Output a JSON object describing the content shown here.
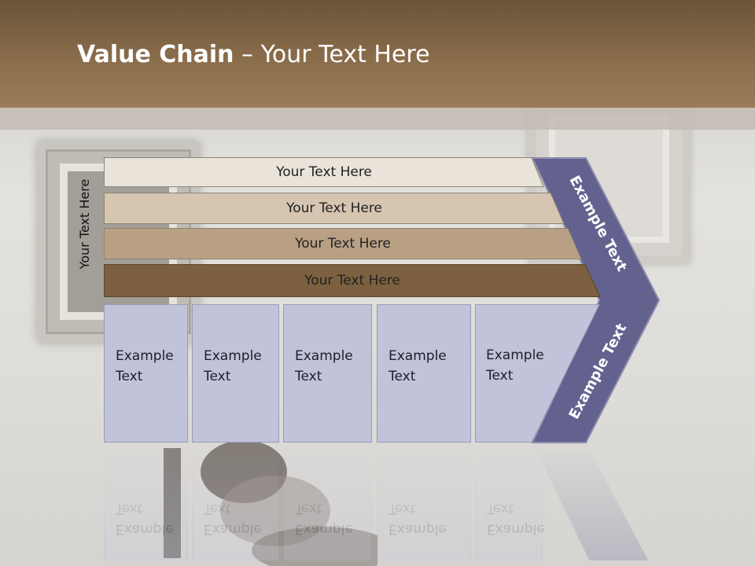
{
  "title": {
    "bold": "Value Chain",
    "rest": " – Your Text Here"
  },
  "side_label": "Your Text Here",
  "rows": [
    {
      "label": "Your Text Here",
      "color": "#e9e3da"
    },
    {
      "label": "Your Text Here",
      "color": "#d6c5b1"
    },
    {
      "label": "Your Text Here",
      "color": "#b9a084"
    },
    {
      "label": "Your Text Here",
      "color": "#7c603f"
    }
  ],
  "boxes": [
    {
      "line1": "Example",
      "line2": "Text"
    },
    {
      "line1": "Example",
      "line2": "Text"
    },
    {
      "line1": "Example",
      "line2": "Text"
    },
    {
      "line1": "Example",
      "line2": "Text"
    },
    {
      "line1": "Example",
      "line2": "Text"
    }
  ],
  "chevron": {
    "upper": "Example Text",
    "lower": "Example Text",
    "color": "#63628f"
  },
  "colors": {
    "header": "#8a6d4b",
    "box": "#c1c3da"
  }
}
